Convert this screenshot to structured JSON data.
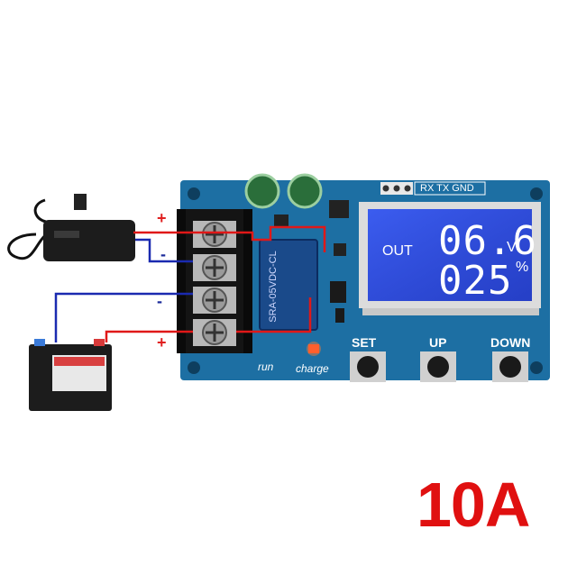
{
  "headline": "10A",
  "header_pins": "RX TX GND",
  "lcd": {
    "out_label": "OUT",
    "voltage": "06.6",
    "voltage_unit": "V",
    "percent": "025",
    "percent_unit": "%"
  },
  "buttons": {
    "set": "SET",
    "up": "UP",
    "down": "DOWN"
  },
  "silkscreen": {
    "run": "run",
    "charge": "charge",
    "relay_text": "SRA-05VDC-CL"
  },
  "polarity": {
    "top": "+",
    "second": "-",
    "third": "-",
    "bottom": "+"
  },
  "colors": {
    "pcb": "#1d6fa3",
    "lcd": "#2d4de0",
    "wire_red": "#e01818",
    "wire_blue": "#1a2ab0",
    "headline": "#e01010"
  }
}
